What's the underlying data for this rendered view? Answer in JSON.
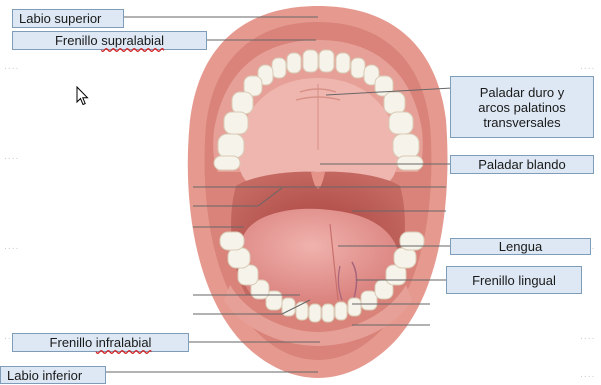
{
  "labels": {
    "labio_superior": "Labio superior",
    "frenillo_word": "Frenillo",
    "supralabial": "supralabial",
    "paladar_duro": "Paladar duro y\narcos palatinos\ntransversales",
    "paladar_blando": "Paladar blando",
    "lengua": "Lengua",
    "frenillo_lingual": "Frenillo lingual",
    "infralabial": "infralabial",
    "labio_inferior": "Labio inferior"
  },
  "colors": {
    "label_bg": "#dde8f4",
    "label_border": "#7f9db9",
    "leader": "#666666",
    "lip": "#e69a8f",
    "mouth_inner": "#c96a63",
    "palate": "#e8a39a",
    "tongue": "#e79a97",
    "teeth": "#f6f3ea",
    "spellcheck": "#d02020"
  },
  "icons": [
    "mouse-pointer-icon"
  ]
}
